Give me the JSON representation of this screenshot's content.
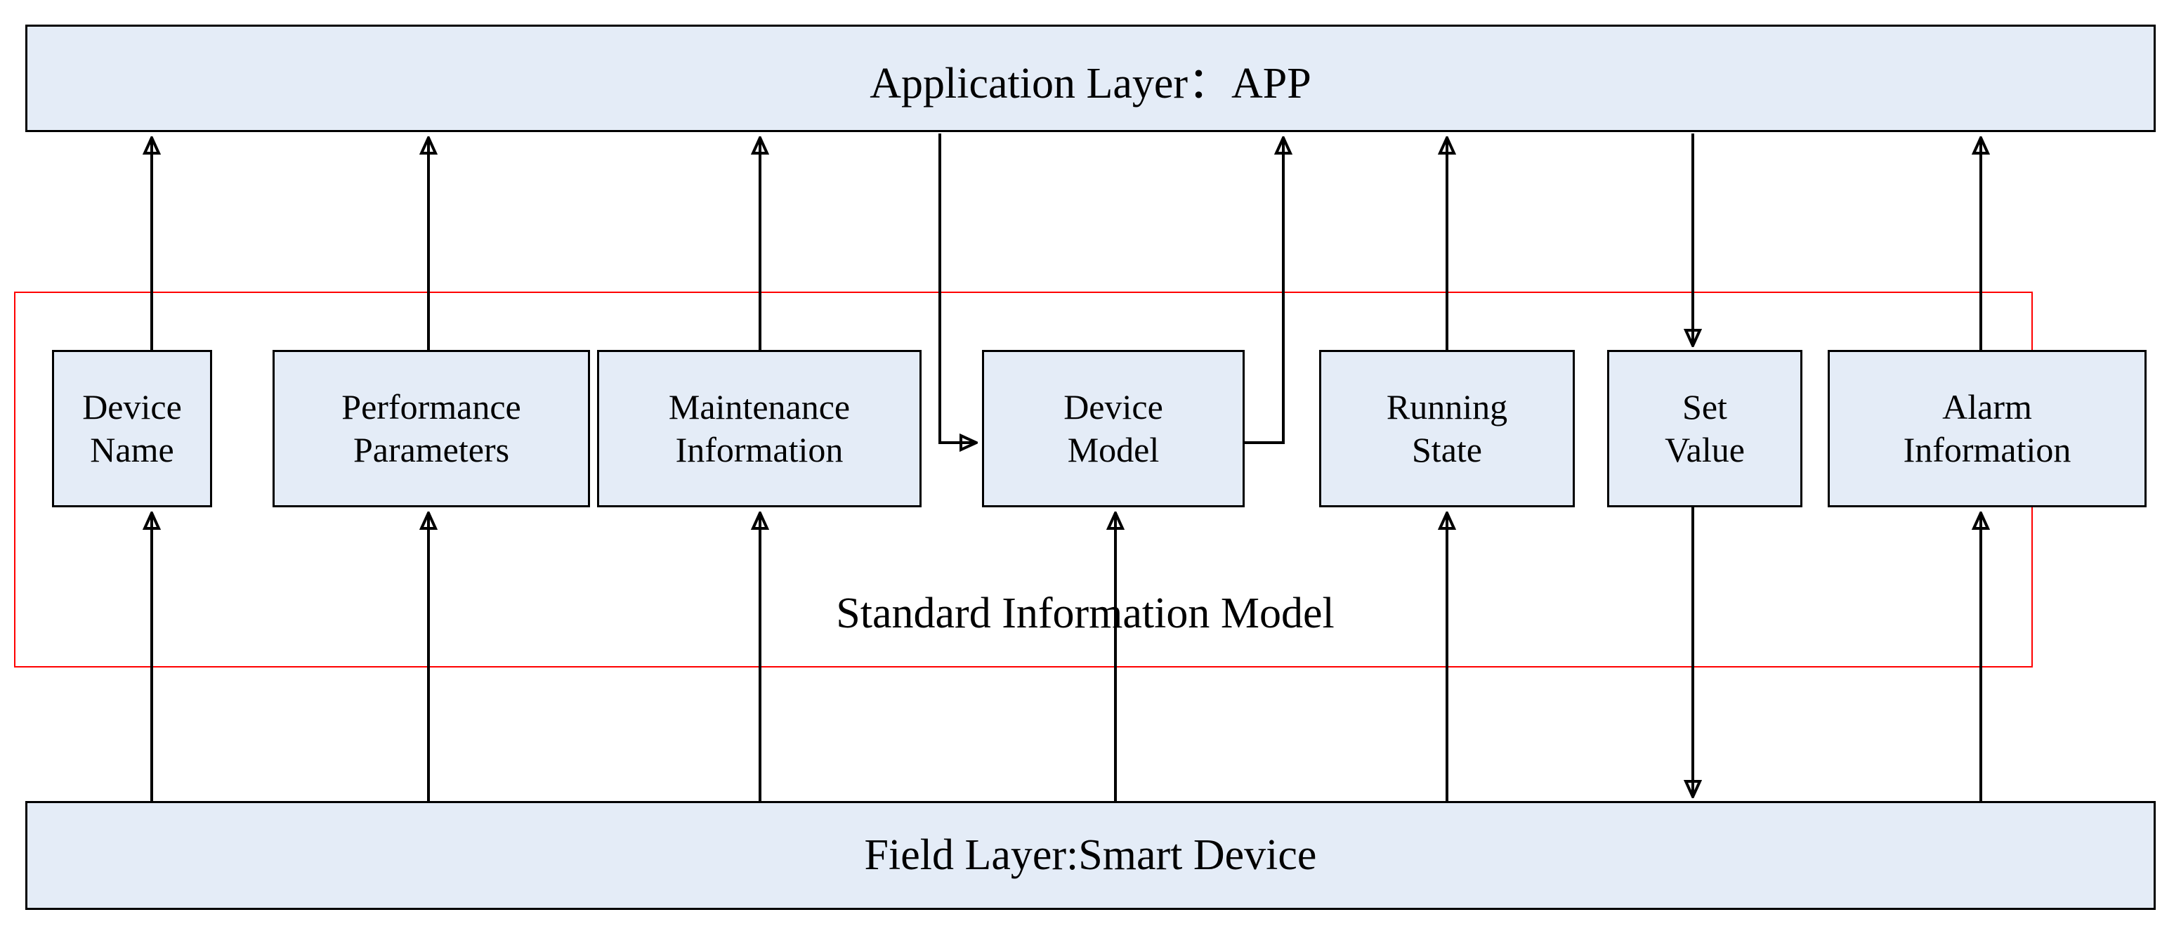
{
  "diagram": {
    "title": "Standard Information Model layering diagram",
    "colors": {
      "box_fill": "#e4ecf7",
      "box_stroke": "#000000",
      "model_frame": "#ff0000",
      "arrow": "#000000",
      "background": "#ffffff"
    },
    "top_layer": {
      "label": "Application Layer：APP"
    },
    "bottom_layer": {
      "label": "Field Layer:Smart Device"
    },
    "model_frame": {
      "caption": "Standard Information Model"
    },
    "attributes": [
      {
        "line1": "Device",
        "line2": "Name"
      },
      {
        "line1": "Performance",
        "line2": "Parameters"
      },
      {
        "line1": "Maintenance",
        "line2": "Information"
      },
      {
        "line1": "Device",
        "line2": "Model"
      },
      {
        "line1": "Running",
        "line2": "State"
      },
      {
        "line1": "Set",
        "line2": "Value"
      },
      {
        "line1": "Alarm",
        "line2": "Information"
      }
    ],
    "flows": [
      {
        "from": "Device Name",
        "to": "Application Layer：APP",
        "direction": "up"
      },
      {
        "from": "Performance Parameters",
        "to": "Application Layer：APP",
        "direction": "up"
      },
      {
        "from": "Maintenance Information",
        "to": "Application Layer：APP",
        "direction": "up"
      },
      {
        "from": "Application Layer：APP",
        "to": "Device Model",
        "direction": "down-right"
      },
      {
        "from": "Device Model",
        "to": "Application Layer：APP",
        "direction": "right-up"
      },
      {
        "from": "Running State",
        "to": "Application Layer：APP",
        "direction": "up"
      },
      {
        "from": "Application Layer：APP",
        "to": "Set Value",
        "direction": "down"
      },
      {
        "from": "Alarm Information",
        "to": "Application Layer：APP",
        "direction": "up"
      },
      {
        "from": "Field Layer:Smart Device",
        "to": "Device Name",
        "direction": "up"
      },
      {
        "from": "Field Layer:Smart Device",
        "to": "Performance Parameters",
        "direction": "up"
      },
      {
        "from": "Field Layer:Smart Device",
        "to": "Maintenance Information",
        "direction": "up"
      },
      {
        "from": "Field Layer:Smart Device",
        "to": "Device Model",
        "direction": "up"
      },
      {
        "from": "Field Layer:Smart Device",
        "to": "Running State",
        "direction": "up"
      },
      {
        "from": "Set Value",
        "to": "Field Layer:Smart Device",
        "direction": "down"
      },
      {
        "from": "Field Layer:Smart Device",
        "to": "Alarm Information",
        "direction": "up"
      }
    ]
  }
}
